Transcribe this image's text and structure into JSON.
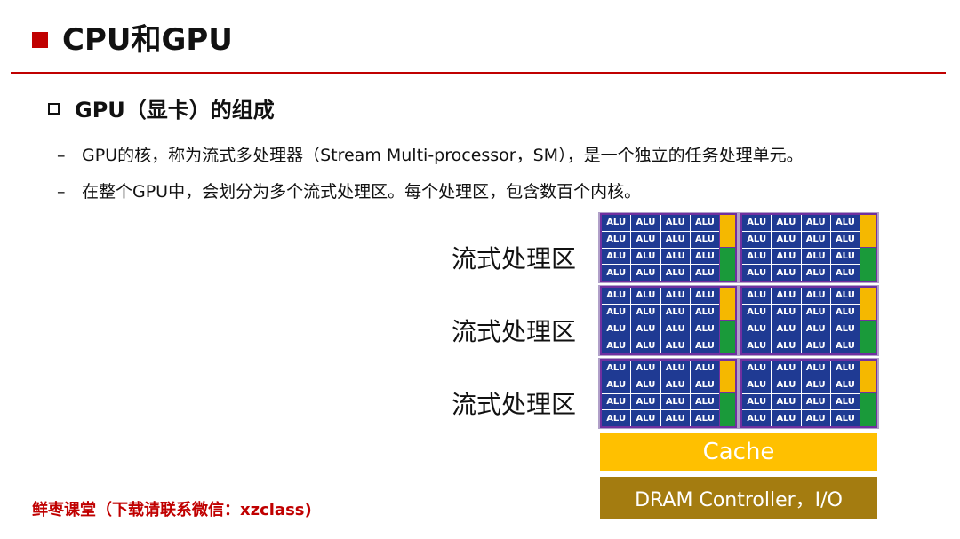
{
  "slide": {
    "title": "CPU和GPU",
    "subtitle": "GPU（显卡）的组成",
    "bullets": [
      "GPU的核，称为流式多处理器（Stream Multi-processor，SM），是一个独立的任务处理单元。",
      "在整个GPU中，会划分为多个流式处理区。每个处理区，包含数百个内核。"
    ],
    "bullet_marker": "–",
    "footer": "鲜枣课堂（下载请联系微信：xzclass)"
  },
  "diagram": {
    "region_label": "流式处理区",
    "alu_label": "ALU",
    "cache_label": "Cache",
    "dram_label": "DRAM Controller，I/O",
    "region_count": 3,
    "sms_per_region": 2,
    "alu_rows": 4,
    "alu_cols": 4
  },
  "colors": {
    "accent_red": "#c00000",
    "alu_blue": "#1f3a93",
    "sm_purple": "#7030a0",
    "control_yellow": "#f5b800",
    "l1_green": "#1a9a3a",
    "cache_yellow": "#ffc000",
    "dram_brown": "#a47c10"
  }
}
